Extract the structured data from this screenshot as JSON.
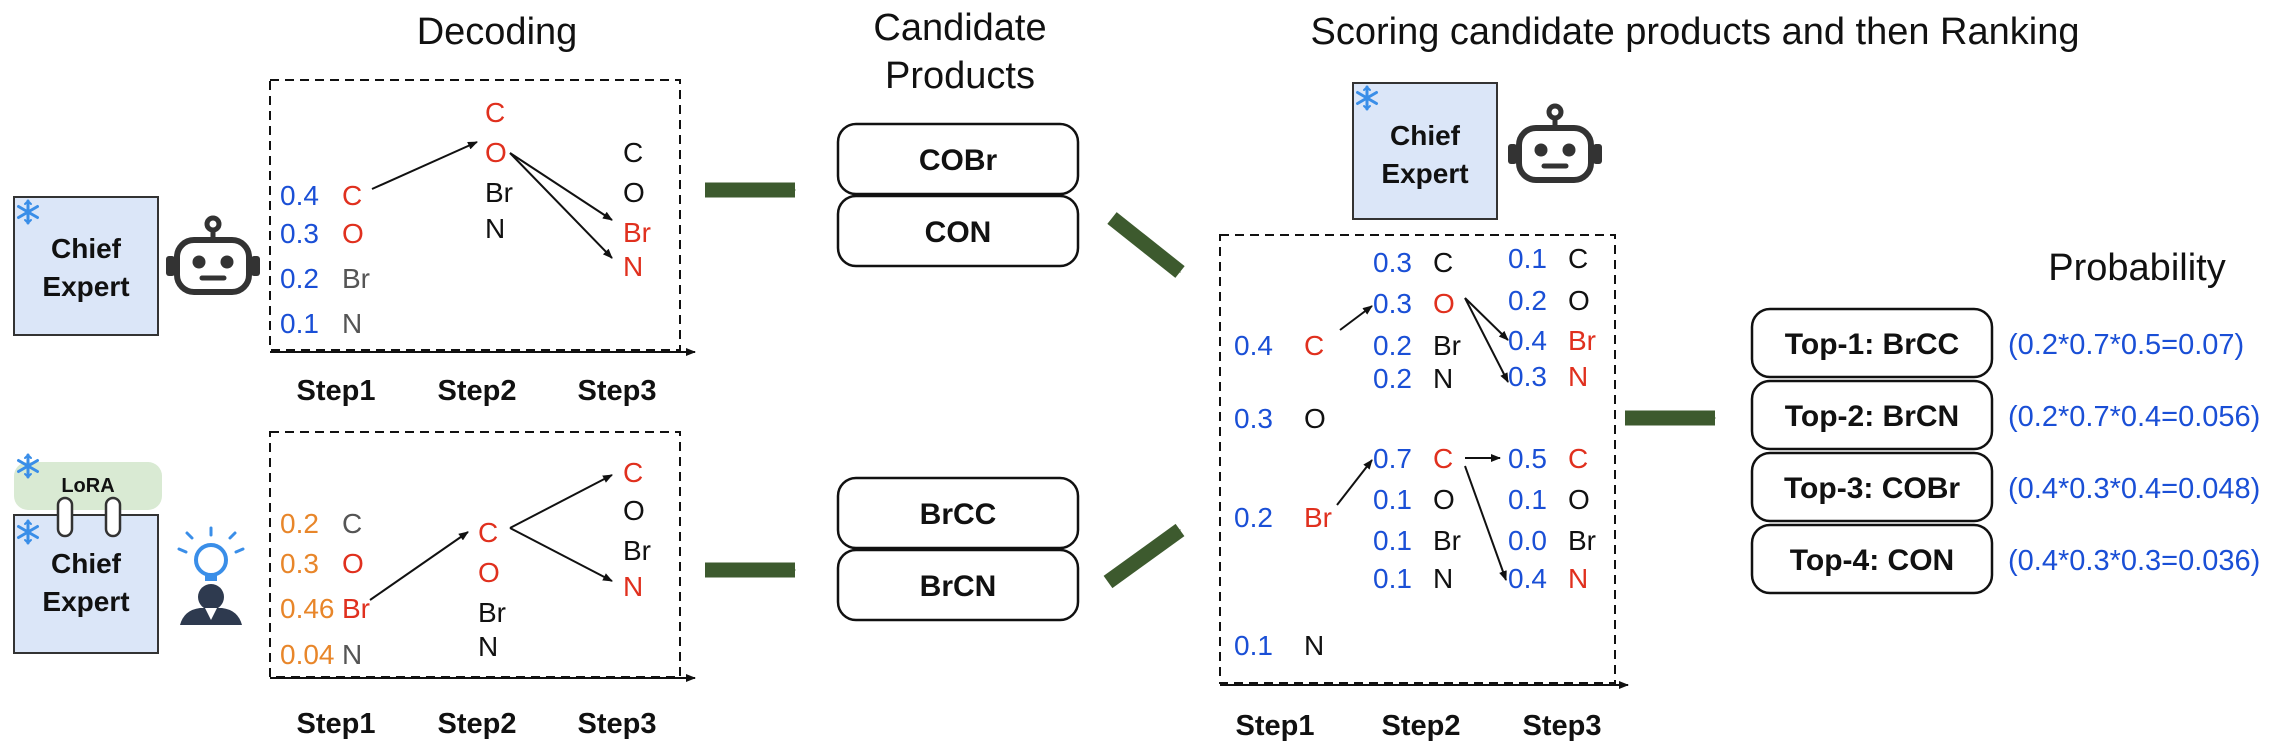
{
  "colors": {
    "blue": "#1a4fd6",
    "red": "#e0301e",
    "orange": "#e8862a",
    "gray": "#555555",
    "black": "#111111",
    "arrow_green": "#3d5a2e",
    "expert_fill": "#dbe6f8",
    "lora_fill": "#d9ead3"
  },
  "headings": {
    "decoding": "Decoding",
    "candidate_line1": "Candidate",
    "candidate_line2": "Products",
    "scoring": "Scoring candidate products and then Ranking",
    "probability": "Probability"
  },
  "steps": [
    "Step1",
    "Step2",
    "Step3"
  ],
  "experts": {
    "line1": "Chief",
    "line2": "Expert",
    "lora": "LoRA",
    "snowflake_icon": "snowflake-icon",
    "robot_icon": "robot-icon",
    "human_expert_icon": "human-expert-icon"
  },
  "decoding_top": {
    "step1": [
      {
        "p": "0.4",
        "tok": "C",
        "pc": "blue",
        "tc": "red"
      },
      {
        "p": "0.3",
        "tok": "O",
        "pc": "blue",
        "tc": "red"
      },
      {
        "p": "0.2",
        "tok": "Br",
        "pc": "blue",
        "tc": "gray"
      },
      {
        "p": "0.1",
        "tok": "N",
        "pc": "blue",
        "tc": "gray"
      }
    ],
    "step2": [
      {
        "tok": "C",
        "tc": "red"
      },
      {
        "tok": "O",
        "tc": "red"
      },
      {
        "tok": "Br",
        "tc": "black"
      },
      {
        "tok": "N",
        "tc": "black"
      }
    ],
    "step3": [
      {
        "tok": "C",
        "tc": "black"
      },
      {
        "tok": "O",
        "tc": "black"
      },
      {
        "tok": "Br",
        "tc": "red"
      },
      {
        "tok": "N",
        "tc": "red"
      }
    ]
  },
  "decoding_bottom": {
    "step1": [
      {
        "p": "0.2",
        "tok": "C",
        "pc": "orange",
        "tc": "gray"
      },
      {
        "p": "0.3",
        "tok": "O",
        "pc": "orange",
        "tc": "red"
      },
      {
        "p": "0.46",
        "tok": "Br",
        "pc": "orange",
        "tc": "red"
      },
      {
        "p": "0.04",
        "tok": "N",
        "pc": "orange",
        "tc": "gray"
      }
    ],
    "step2": [
      {
        "tok": "C",
        "tc": "red"
      },
      {
        "tok": "O",
        "tc": "red"
      },
      {
        "tok": "Br",
        "tc": "black"
      },
      {
        "tok": "N",
        "tc": "black"
      }
    ],
    "step3": [
      {
        "tok": "C",
        "tc": "red"
      },
      {
        "tok": "O",
        "tc": "black"
      },
      {
        "tok": "Br",
        "tc": "black"
      },
      {
        "tok": "N",
        "tc": "red"
      }
    ]
  },
  "candidates_top": [
    "COBr",
    "CON"
  ],
  "candidates_bottom": [
    "BrCC",
    "BrCN"
  ],
  "scoring": {
    "step1": [
      {
        "p": "0.4",
        "tok": "C",
        "tc": "red"
      },
      {
        "p": "0.3",
        "tok": "O",
        "tc": "black"
      },
      {
        "p": "0.2",
        "tok": "Br",
        "tc": "red"
      },
      {
        "p": "0.1",
        "tok": "N",
        "tc": "black"
      }
    ],
    "step2_upper": [
      {
        "p": "0.3",
        "tok": "C",
        "tc": "black"
      },
      {
        "p": "0.3",
        "tok": "O",
        "tc": "red"
      },
      {
        "p": "0.2",
        "tok": "Br",
        "tc": "black"
      },
      {
        "p": "0.2",
        "tok": "N",
        "tc": "black"
      }
    ],
    "step3_upper": [
      {
        "p": "0.1",
        "tok": "C",
        "tc": "black"
      },
      {
        "p": "0.2",
        "tok": "O",
        "tc": "black"
      },
      {
        "p": "0.4",
        "tok": "Br",
        "tc": "red"
      },
      {
        "p": "0.3",
        "tok": "N",
        "tc": "red"
      }
    ],
    "step2_lower": [
      {
        "p": "0.7",
        "tok": "C",
        "tc": "red"
      },
      {
        "p": "0.1",
        "tok": "O",
        "tc": "black"
      },
      {
        "p": "0.1",
        "tok": "Br",
        "tc": "black"
      },
      {
        "p": "0.1",
        "tok": "N",
        "tc": "black"
      }
    ],
    "step3_lower": [
      {
        "p": "0.5",
        "tok": "C",
        "tc": "red"
      },
      {
        "p": "0.1",
        "tok": "O",
        "tc": "black"
      },
      {
        "p": "0.0",
        "tok": "Br",
        "tc": "black"
      },
      {
        "p": "0.4",
        "tok": "N",
        "tc": "red"
      }
    ]
  },
  "ranking": [
    {
      "label": "Top-1:  BrCC",
      "prob": "(0.2*0.7*0.5=0.07)"
    },
    {
      "label": "Top-2:  BrCN",
      "prob": "(0.2*0.7*0.4=0.056)"
    },
    {
      "label": "Top-3:  COBr",
      "prob": "(0.4*0.3*0.4=0.048)"
    },
    {
      "label": "Top-4:  CON",
      "prob": "(0.4*0.3*0.3=0.036)"
    }
  ]
}
